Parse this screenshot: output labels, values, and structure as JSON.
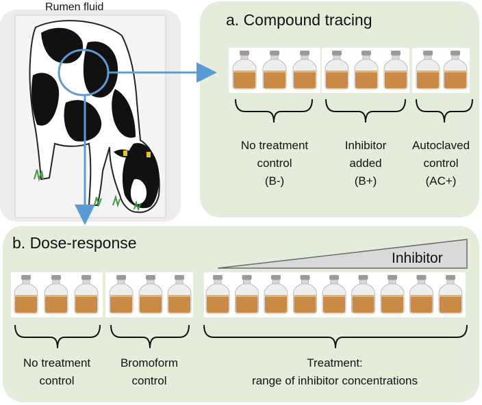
{
  "header": {
    "source_label": "Rumen fluid"
  },
  "panel_a": {
    "title": "a. Compound tracing",
    "groups": [
      {
        "lines": [
          "No treatment",
          "control",
          "(B-)"
        ]
      },
      {
        "lines": [
          "Inhibitor",
          "added",
          "(B+)"
        ]
      },
      {
        "lines": [
          "Autoclaved",
          "control",
          "(AC+)"
        ]
      }
    ]
  },
  "panel_b": {
    "title": "b. Dose-response",
    "gradient_label": "Inhibitor",
    "groups": [
      {
        "lines": [
          "No treatment",
          "control"
        ]
      },
      {
        "lines": [
          "Bromoform",
          "control"
        ]
      },
      {
        "lines": [
          "Treatment:",
          "range of inhibitor concentrations"
        ]
      }
    ]
  },
  "colors": {
    "panel_bg": "#e3edd9",
    "arrow": "#5b9bd5",
    "liquid": "#c98a45",
    "cap": "#9a9a9a",
    "triangle": "#d9d9d9"
  },
  "icons": {
    "bottle": "vial-bottle-icon",
    "animal": "cow-illustration"
  }
}
